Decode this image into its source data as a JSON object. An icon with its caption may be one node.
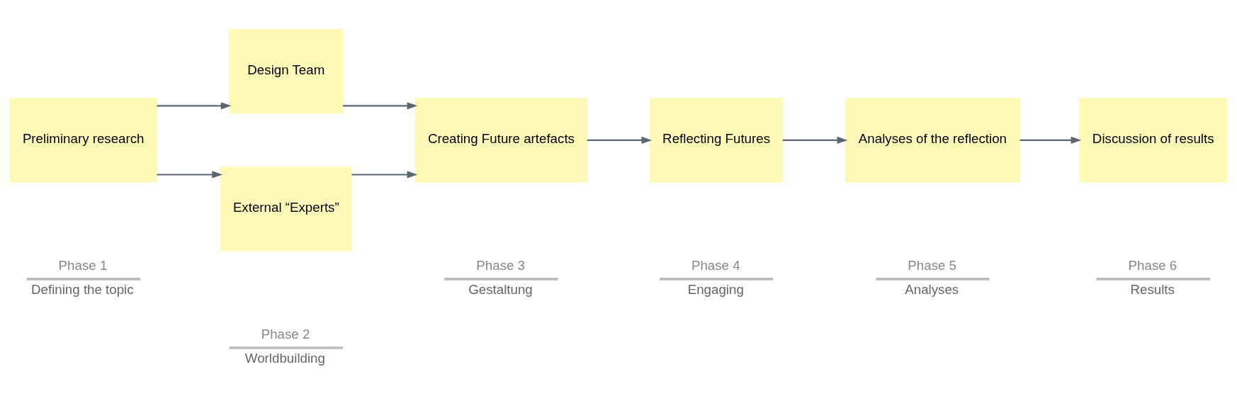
{
  "diagram": {
    "nodes": [
      {
        "text": [
          "Preliminary research"
        ]
      },
      {
        "text": [
          "Design Team"
        ]
      },
      {
        "text": [
          "External “Experts”"
        ]
      },
      {
        "text": [
          "Creating Future artefacts"
        ]
      },
      {
        "text": [
          "Reflecting Futures"
        ]
      },
      {
        "text": [
          "Analyses of the reflection"
        ]
      },
      {
        "text": [
          "Discussion of results"
        ]
      }
    ],
    "edges": [
      {
        "from": 0,
        "to": 1,
        "arrow": "to"
      },
      {
        "from": 0,
        "to": 2,
        "arrow": "to"
      },
      {
        "from": 1,
        "to": 3,
        "arrow": "to"
      },
      {
        "from": 2,
        "to": 3,
        "arrow": "to"
      },
      {
        "from": 3,
        "to": 4,
        "arrow": "to"
      },
      {
        "from": 4,
        "to": 5,
        "arrow": "to"
      },
      {
        "from": 5,
        "to": 6,
        "arrow": "to"
      }
    ],
    "labels": [
      "Phase 1",
      "Phase 2",
      "Phase 3",
      "Phase 4",
      "Phase 5",
      "Phase 6",
      "Defining the topic",
      "Worldbuilding",
      "Gestaltung",
      "Engaging",
      "Analyses",
      "Results"
    ]
  }
}
